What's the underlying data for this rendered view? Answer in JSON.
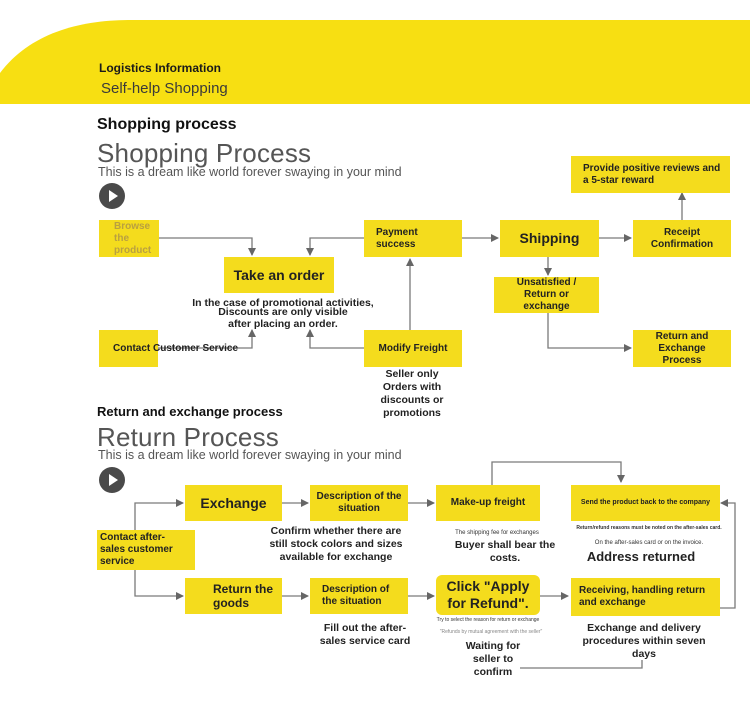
{
  "header": {
    "tag": "Logistics Information",
    "subtitle": "Self-help Shopping",
    "accent_color": "#f7df12"
  },
  "shopping": {
    "section_label": "Shopping process",
    "big_title": "Shopping Process",
    "tagline": "This is a dream like world forever swaying in your mind",
    "play_icon": "play-circle-icon",
    "nodes": {
      "browse": "Browse the product",
      "take_order": "Take an order",
      "contact_service": "Contact Customer Service",
      "payment": "Payment success",
      "modify_freight": "Modify Freight",
      "shipping": "Shipping",
      "unsatisfied": "Unsatisfied / Return or exchange",
      "receipt": "Receipt Confirmation",
      "positive_reviews": "Provide positive reviews and a 5-star reward",
      "return_exchange_process": "Return and Exchange Process"
    },
    "notes": {
      "promo_line1": "In the case of promotional activities,",
      "promo_line2": "Discounts are only visible",
      "promo_line3": "after placing an order.",
      "seller_only": "Seller only Orders with discounts or promotions"
    }
  },
  "return": {
    "section_label": "Return and exchange process",
    "big_title": "Return Process",
    "tagline": "This is a dream like world forever swaying in your mind",
    "play_icon": "play-circle-icon",
    "nodes": {
      "contact_after_sales": "Contact after-sales customer service",
      "exchange": "Exchange",
      "return_goods": "Return the goods",
      "describe_situation_1": "Description of the situation",
      "describe_situation_2": "Description of the situation",
      "makeup_freight": "Make-up freight",
      "apply_refund": "Click \"Apply for Refund\".",
      "send_back": "Send the product back to the company",
      "receiving": "Receiving, handling return and exchange"
    },
    "notes": {
      "confirm_stock": "Confirm whether there are still stock colors and sizes available for exchange",
      "fill_card": "Fill out the after-sales service card",
      "shipping_fee_small": "The shipping fee for exchanges",
      "buyer_bear": "Buyer shall bear the costs.",
      "reason_small": "Try to select the reason for return or exchange",
      "mutual_small": "\"Refunds by mutual agreement with the seller\"",
      "waiting": "Waiting for seller to confirm",
      "reasons_noted": "Return/refund reasons must be noted on the after-sales card.",
      "on_card": "On the after-sales card or on the invoice.",
      "address": "Address returned",
      "delivery": "Exchange and delivery procedures within seven days"
    }
  }
}
